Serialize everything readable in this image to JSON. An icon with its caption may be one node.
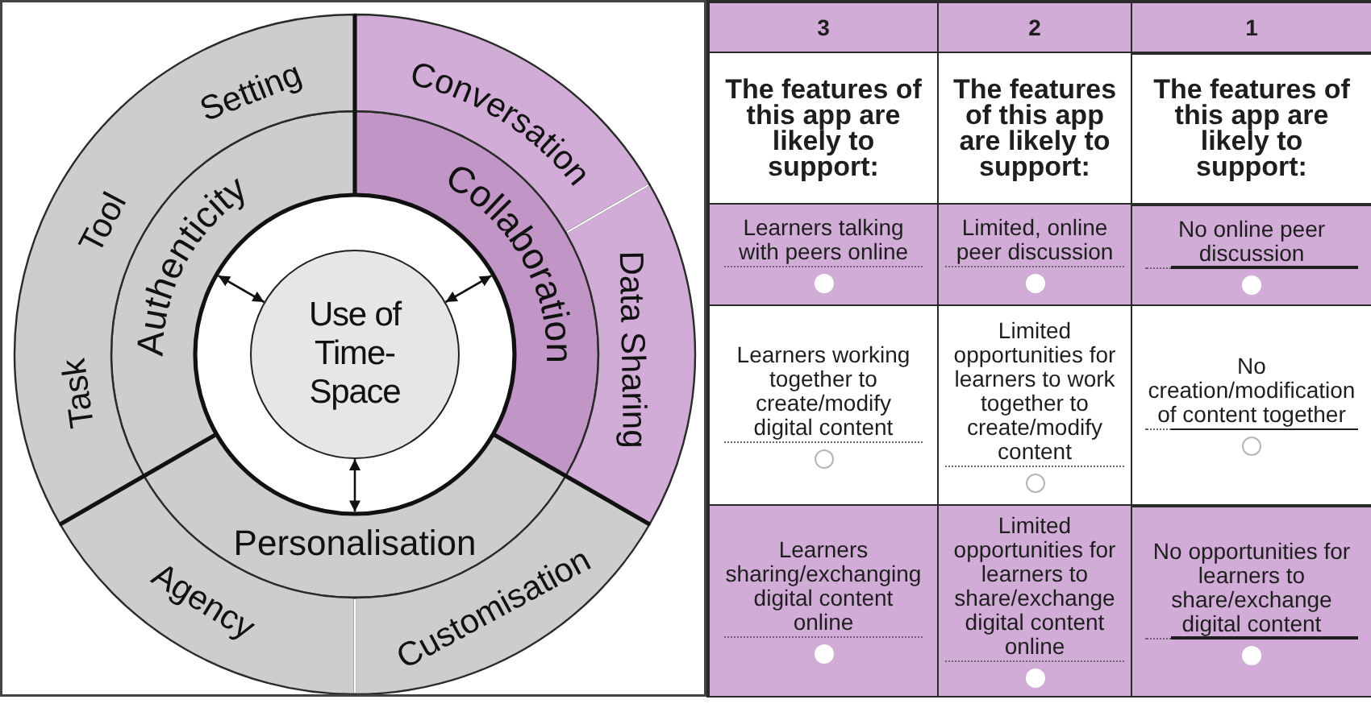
{
  "diagram": {
    "nodes": [
      {
        "text": [
          "Use of Time-Space"
        ]
      },
      {
        "text": [
          "Authenticity"
        ]
      },
      {
        "text": [
          "Collaboration"
        ]
      },
      {
        "text": [
          "Personalisation"
        ]
      },
      {
        "text": [
          "Setting",
          "Tool",
          "Task"
        ]
      },
      {
        "text": [
          "Conversation"
        ]
      },
      {
        "text": [
          "Data Sharing"
        ]
      },
      {
        "text": [
          "Agency"
        ]
      },
      {
        "text": [
          "Customisation"
        ]
      }
    ],
    "edges": [
      {
        "from": 0,
        "to": 1,
        "arrow": "both"
      },
      {
        "from": 0,
        "to": 2,
        "arrow": "both"
      },
      {
        "from": 0,
        "to": 3,
        "arrow": "both"
      }
    ],
    "labels": [
      "3",
      "2",
      "1",
      "The features of this app are likely to support:",
      "The features of this app are likely to support:",
      "The features of this app are likely to support:",
      "Learners talking with peers online",
      "Limited, online peer discussion",
      "No online peer discussion",
      "Learners working together to create/modify digital content",
      "Limited opportunities for learners to work together to create/modify content",
      "No creation/modification of content together",
      "Learners sharing/exchanging digital content online",
      "Limited opportunities for learners to share/exchange digital content online",
      "No opportunities for learners to share/exchange digital content"
    ]
  }
}
